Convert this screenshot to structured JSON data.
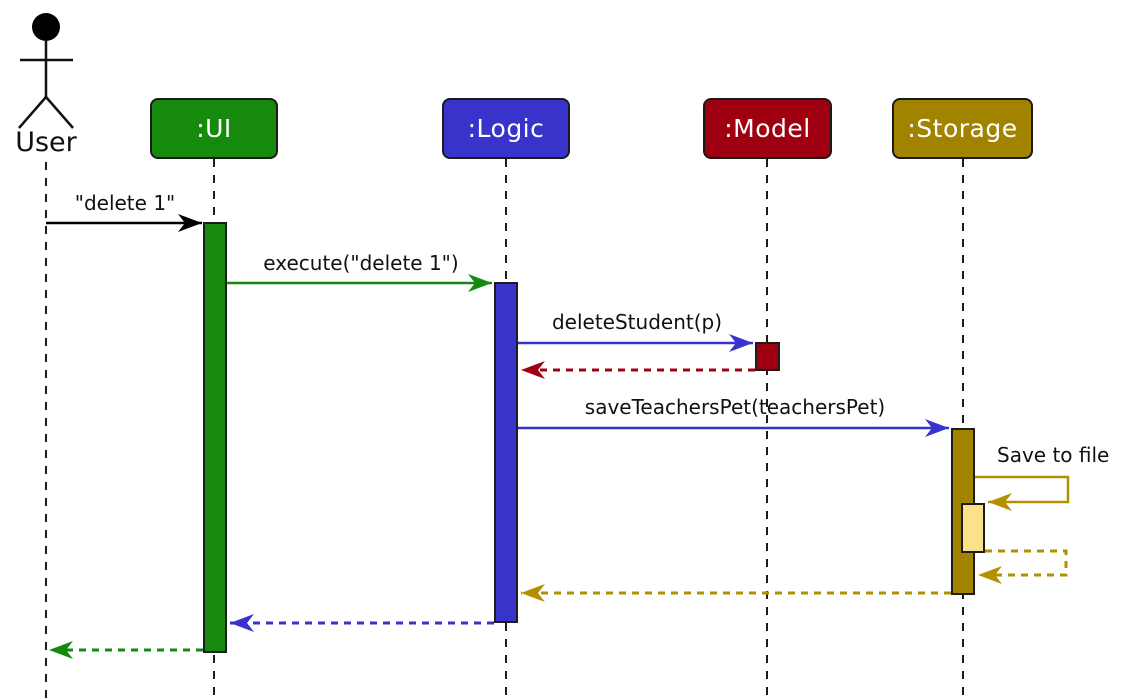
{
  "diagram_type": "uml-sequence-diagram",
  "actor": {
    "label": "User"
  },
  "participants": [
    {
      "label": ":UI",
      "color": "#168A0C"
    },
    {
      "label": ":Logic",
      "color": "#3733CB"
    },
    {
      "label": ":Model",
      "color": "#9F0010"
    },
    {
      "label": ":Storage",
      "color": "#A18300"
    }
  ],
  "messages": [
    {
      "label": "\"delete 1\"",
      "from": "User",
      "to": ":UI",
      "arrow": "solid-call",
      "color": "#000000"
    },
    {
      "label": "execute(\"delete 1\")",
      "from": ":UI",
      "to": ":Logic",
      "arrow": "solid-call",
      "color": "#128A0F"
    },
    {
      "label": "deleteStudent(p)",
      "from": ":Logic",
      "to": ":Model",
      "arrow": "solid-call",
      "color": "#3733CB"
    },
    {
      "label": "",
      "from": ":Model",
      "to": ":Logic",
      "arrow": "dashed-return",
      "color": "#A00012"
    },
    {
      "label": "saveTeachersPet(teachersPet)",
      "from": ":Logic",
      "to": ":Storage",
      "arrow": "solid-call",
      "color": "#3733CB"
    },
    {
      "label": "Save to file",
      "from": ":Storage",
      "to": ":Storage",
      "arrow": "solid-self-call",
      "color": "#B39000"
    },
    {
      "label": "",
      "from": ":Storage",
      "to": ":Storage",
      "arrow": "dashed-self-return",
      "color": "#B39000"
    },
    {
      "label": "",
      "from": ":Storage",
      "to": ":Logic",
      "arrow": "dashed-return",
      "color": "#B39000"
    },
    {
      "label": "",
      "from": ":Logic",
      "to": ":UI",
      "arrow": "dashed-return",
      "color": "#3733CB"
    },
    {
      "label": "",
      "from": ":UI",
      "to": "User",
      "arrow": "dashed-return",
      "color": "#128A0F"
    }
  ],
  "colors": {
    "ui_green": "#168A0C",
    "logic_blue": "#3733CB",
    "model_red": "#9F0010",
    "storage_olive": "#A18300",
    "nested_activation_yellow": "#FBE289",
    "background": "#FFFFFF"
  }
}
